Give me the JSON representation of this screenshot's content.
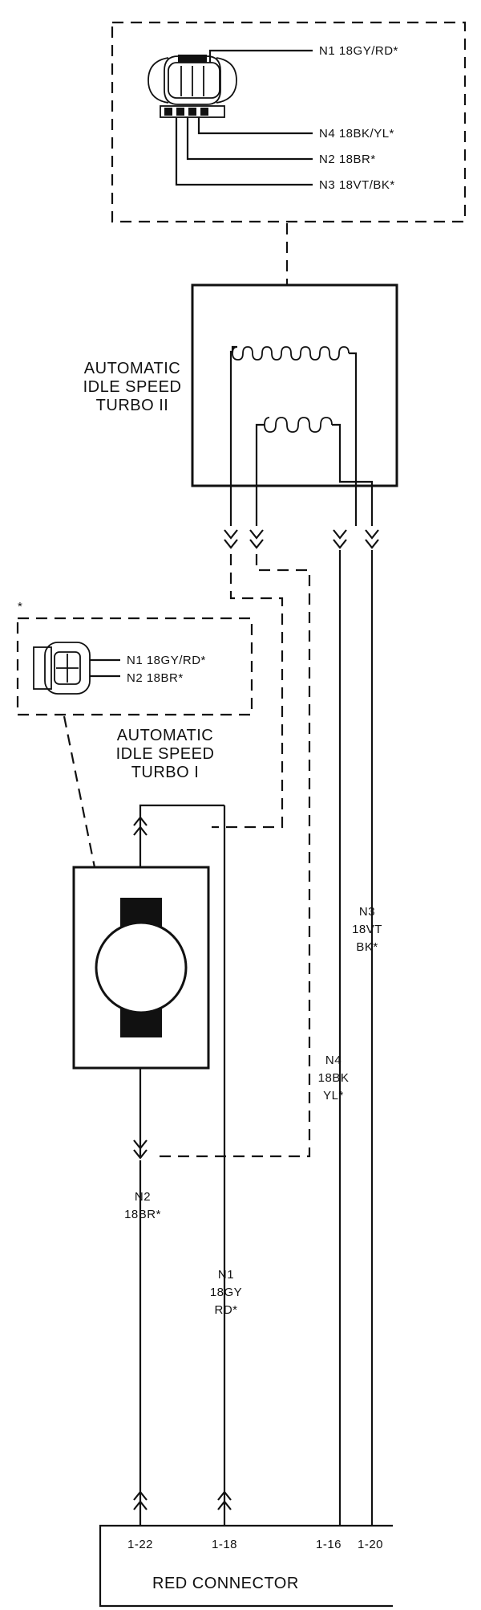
{
  "turbo2_connector": {
    "labels": [
      "N1 18GY/RD*",
      "N4 18BK/YL*",
      "N2 18BR*",
      "N3 18VT/BK*"
    ]
  },
  "turbo2_motor": {
    "title_lines": [
      "AUTOMATIC",
      "IDLE SPEED",
      "TURBO II"
    ]
  },
  "turbo1_connector": {
    "marker": "*",
    "labels": [
      "N1 18GY/RD*",
      "N2 18BR*"
    ]
  },
  "turbo1_motor": {
    "title_lines": [
      "AUTOMATIC",
      "IDLE SPEED",
      "TURBO I"
    ]
  },
  "wire_labels": {
    "n3": [
      "N3",
      "18VT",
      "BK*"
    ],
    "n4": [
      "N4",
      "18BK",
      "YL*"
    ],
    "n2": [
      "N2",
      "18BR*"
    ],
    "n1": [
      "N1",
      "18GY",
      "RD*"
    ]
  },
  "red_connector": {
    "name": "RED CONNECTOR",
    "pins": [
      "1-22",
      "1-18",
      "1-16",
      "1-20"
    ]
  }
}
